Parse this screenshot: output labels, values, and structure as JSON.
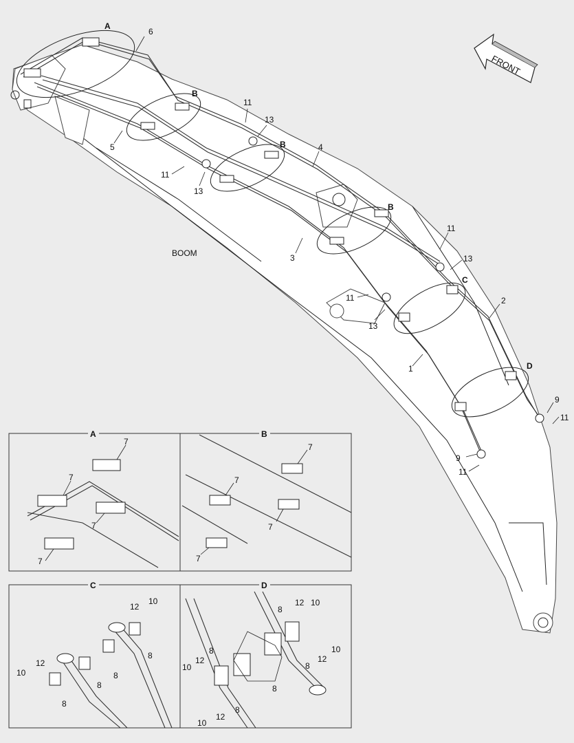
{
  "main": {
    "boom_label": "BOOM",
    "front_label": "FRONT",
    "callouts": [
      {
        "id": "c-a",
        "text": "A"
      },
      {
        "id": "c-6",
        "text": "6"
      },
      {
        "id": "c-b1",
        "text": "B"
      },
      {
        "id": "c-5",
        "text": "5"
      },
      {
        "id": "c-11a",
        "text": "11"
      },
      {
        "id": "c-13a",
        "text": "13"
      },
      {
        "id": "c-b2",
        "text": "B"
      },
      {
        "id": "c-4",
        "text": "4"
      },
      {
        "id": "c-11b",
        "text": "11"
      },
      {
        "id": "c-13b",
        "text": "13"
      },
      {
        "id": "c-3",
        "text": "3"
      },
      {
        "id": "c-b3",
        "text": "B"
      },
      {
        "id": "c-11c",
        "text": "11"
      },
      {
        "id": "c-13c",
        "text": "13"
      },
      {
        "id": "c-c",
        "text": "C"
      },
      {
        "id": "c-2",
        "text": "2"
      },
      {
        "id": "c-11d",
        "text": "11"
      },
      {
        "id": "c-13d",
        "text": "13"
      },
      {
        "id": "c-1",
        "text": "1"
      },
      {
        "id": "c-d",
        "text": "D"
      },
      {
        "id": "c-9a",
        "text": "9"
      },
      {
        "id": "c-11e",
        "text": "11"
      },
      {
        "id": "c-9b",
        "text": "9"
      },
      {
        "id": "c-11f",
        "text": "11"
      }
    ]
  },
  "details": {
    "A": {
      "title": "A",
      "labels": [
        "7",
        "7",
        "7",
        "7"
      ]
    },
    "B": {
      "title": "B",
      "labels": [
        "7",
        "7",
        "7",
        "7"
      ]
    },
    "C": {
      "title": "C",
      "labels": [
        "10",
        "12",
        "8",
        "8",
        "8",
        "12",
        "10",
        "8"
      ]
    },
    "D": {
      "title": "D",
      "labels": [
        "8",
        "12",
        "10",
        "10",
        "12",
        "8",
        "8",
        "12",
        "10",
        "8",
        "8",
        "10",
        "12"
      ]
    }
  }
}
